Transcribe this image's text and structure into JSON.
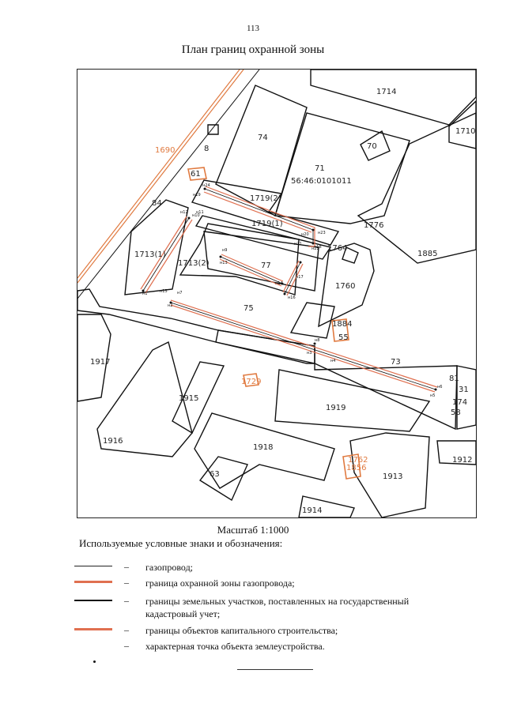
{
  "page_number": "113",
  "title": "План границ охранной зоны",
  "scale": "Масштаб 1:1000",
  "legend_heading": "Используемые условные знаки и обозначения:",
  "legend": [
    {
      "symbol": "gas-pipeline-line",
      "dash": "–",
      "text": "газопровод;"
    },
    {
      "symbol": "protection-zone-line",
      "dash": "–",
      "text": "граница охранной зоны газопровода;"
    },
    {
      "symbol": "land-parcel-line",
      "dash": "–",
      "text": "границы земельных участков,  поставленных на государственный кадастровый учет;"
    },
    {
      "symbol": "building-line",
      "dash": "–",
      "text": "границы объектов капитального строительства;"
    },
    {
      "symbol": "characteristic-point",
      "dash": "–",
      "text": "характерная точка объекта землеустройства."
    }
  ],
  "map": {
    "colors": {
      "parcel": "#111111",
      "zone": "#e07050",
      "building": "#e07a40"
    },
    "parcel_labels": [
      "1714",
      "1710",
      "74",
      "70",
      "71",
      "56:46:0101011",
      "8",
      "61",
      "84",
      "1719(2)",
      "1719(1)",
      "1776",
      "1885",
      "1713(1)",
      "1713(2)",
      "77",
      "1764",
      "1760",
      "75",
      "1884",
      "55",
      "1917",
      "73",
      "81",
      "31",
      "174",
      "58",
      "1915",
      "1919",
      "1916",
      "1918",
      "63",
      "1913",
      "1914",
      "1912"
    ],
    "building_labels": [
      "1690",
      "1729",
      "1762",
      "1856"
    ],
    "point_labels": [
      "н1",
      "н2",
      "н3",
      "н4",
      "н5",
      "н6",
      "н7",
      "н8",
      "н9",
      "н10",
      "н11",
      "н12",
      "н13",
      "н14",
      "н15",
      "н16",
      "н17",
      "н18",
      "н19",
      "н20",
      "н21",
      "н22",
      "н23",
      "н24"
    ]
  }
}
